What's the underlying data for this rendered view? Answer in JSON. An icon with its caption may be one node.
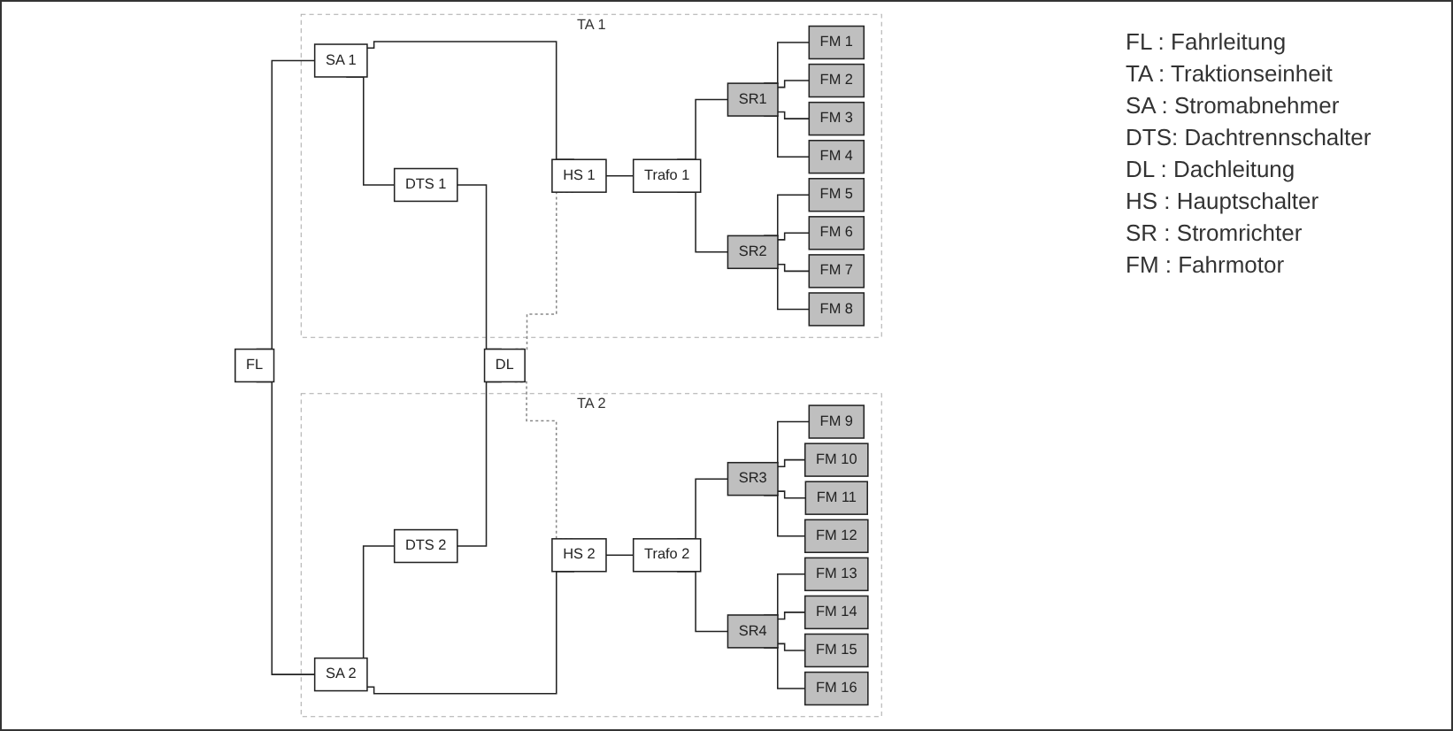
{
  "diagram": {
    "nodes": [
      {
        "text": [
          "FL"
        ]
      },
      {
        "text": [
          "TA 1"
        ]
      },
      {
        "text": [
          "SA 1"
        ],
        "in": 1
      },
      {
        "text": [
          "DTS 1"
        ],
        "in": 1
      },
      {
        "text": [
          "HS 1"
        ],
        "in": 1
      },
      {
        "text": [
          "Trafo 1"
        ],
        "in": 1
      },
      {
        "text": [
          "SR1"
        ],
        "in": 1
      },
      {
        "text": [
          "SR2"
        ],
        "in": 1
      },
      {
        "text": [
          "FM 1"
        ],
        "in": 1
      },
      {
        "text": [
          "FM 2"
        ],
        "in": 1
      },
      {
        "text": [
          "FM 3"
        ],
        "in": 1
      },
      {
        "text": [
          "FM 4"
        ],
        "in": 1
      },
      {
        "text": [
          "FM 5"
        ],
        "in": 1
      },
      {
        "text": [
          "FM 6"
        ],
        "in": 1
      },
      {
        "text": [
          "FM 7"
        ],
        "in": 1
      },
      {
        "text": [
          "FM 8"
        ],
        "in": 1
      },
      {
        "text": [
          "DL"
        ]
      },
      {
        "text": [
          "TA 2"
        ]
      },
      {
        "text": [
          "DTS 2"
        ],
        "in": 17
      },
      {
        "text": [
          "SA 2"
        ],
        "in": 17
      },
      {
        "text": [
          "HS 2"
        ],
        "in": 17
      },
      {
        "text": [
          "Trafo 2"
        ],
        "in": 17
      },
      {
        "text": [
          "SR3"
        ],
        "in": 17
      },
      {
        "text": [
          "SR4"
        ],
        "in": 17
      },
      {
        "text": [
          "FM 9"
        ],
        "in": 17
      },
      {
        "text": [
          "FM 10"
        ],
        "in": 17
      },
      {
        "text": [
          "FM 11"
        ],
        "in": 17
      },
      {
        "text": [
          "FM 12"
        ],
        "in": 17
      },
      {
        "text": [
          "FM 13"
        ],
        "in": 17
      },
      {
        "text": [
          "FM 14"
        ],
        "in": 17
      },
      {
        "text": [
          "FM 15"
        ],
        "in": 17
      },
      {
        "text": [
          "FM 16"
        ],
        "in": 17
      }
    ],
    "edges": [
      {
        "from": 0,
        "to": 2,
        "arrow": "none"
      },
      {
        "from": 0,
        "to": 19,
        "arrow": "none"
      },
      {
        "from": 2,
        "to": 4,
        "arrow": "none"
      },
      {
        "from": 2,
        "to": 3,
        "arrow": "none"
      },
      {
        "from": 3,
        "to": 16,
        "arrow": "none"
      },
      {
        "from": 19,
        "to": 18,
        "arrow": "none"
      },
      {
        "from": 18,
        "to": 16,
        "arrow": "none"
      },
      {
        "from": 19,
        "to": 20,
        "arrow": "none"
      },
      {
        "from": 16,
        "to": 4,
        "arrow": "none",
        "style": "dashed",
        "color": "#888888"
      },
      {
        "from": 16,
        "to": 20,
        "arrow": "none",
        "style": "dashed",
        "color": "#888888"
      },
      {
        "from": 4,
        "to": 5,
        "arrow": "none"
      },
      {
        "from": 5,
        "to": 6,
        "arrow": "none"
      },
      {
        "from": 5,
        "to": 7,
        "arrow": "none"
      },
      {
        "from": 6,
        "to": 8,
        "arrow": "none"
      },
      {
        "from": 6,
        "to": 9,
        "arrow": "none"
      },
      {
        "from": 6,
        "to": 10,
        "arrow": "none"
      },
      {
        "from": 6,
        "to": 11,
        "arrow": "none"
      },
      {
        "from": 7,
        "to": 12,
        "arrow": "none"
      },
      {
        "from": 7,
        "to": 13,
        "arrow": "none"
      },
      {
        "from": 7,
        "to": 14,
        "arrow": "none"
      },
      {
        "from": 7,
        "to": 15,
        "arrow": "none"
      },
      {
        "from": 20,
        "to": 21,
        "arrow": "none"
      },
      {
        "from": 21,
        "to": 22,
        "arrow": "none"
      },
      {
        "from": 21,
        "to": 23,
        "arrow": "none"
      },
      {
        "from": 22,
        "to": 24,
        "arrow": "none"
      },
      {
        "from": 22,
        "to": 25,
        "arrow": "none"
      },
      {
        "from": 22,
        "to": 26,
        "arrow": "none"
      },
      {
        "from": 22,
        "to": 27,
        "arrow": "none"
      },
      {
        "from": 23,
        "to": 28,
        "arrow": "none"
      },
      {
        "from": 23,
        "to": 29,
        "arrow": "none"
      },
      {
        "from": 23,
        "to": 30,
        "arrow": "none"
      },
      {
        "from": 23,
        "to": 31,
        "arrow": "none"
      }
    ],
    "labels": [
      "FL : Fahrleitung",
      "TA : Traktionseinheit",
      "SA : Stromabnehmer",
      "DTS: Dachtrennschalter",
      "DL : Dachleitung",
      "HS : Hauptschalter",
      "SR : Stromrichter",
      "FM : Fahrmotor"
    ]
  }
}
